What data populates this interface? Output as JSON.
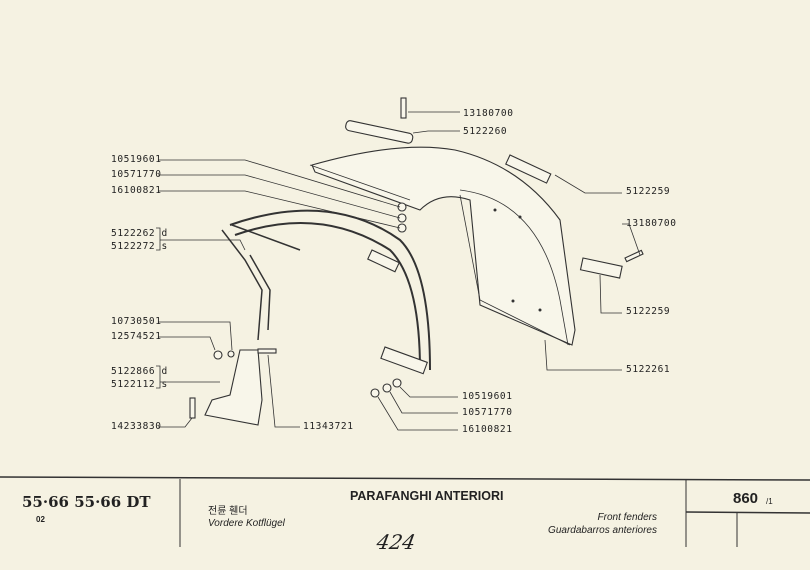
{
  "parts": {
    "bolt_top": "13180700",
    "plate_top": "5122260",
    "nut_a1": "10519601",
    "washer_a1": "10571770",
    "nut_a2": "16100821",
    "frame_d": "5122262 d",
    "frame_s": "5122272 s",
    "plate_right1": "5122259",
    "bolt_right": "13180700",
    "plate_right2": "5122259",
    "lower_nut1": "10730501",
    "lower_nut2": "12574521",
    "bracket_d": "5122866 d",
    "bracket_s": "5122112 s",
    "screw_lower": "14233830",
    "bolt_lower": "11343721",
    "nut_b1": "10519601",
    "washer_b1": "10571770",
    "nut_b2": "16100821",
    "fender": "5122261"
  },
  "title_block": {
    "models": "55·66  55·66 DT",
    "model_sub": "02",
    "korean": "전륜 휀더",
    "german": "Vordere Kotflügel",
    "title": "PARAFANGHI ANTERIORI",
    "english": "Front fenders",
    "spanish": "Guardabarros anteriores",
    "page_number": "860",
    "page_sub": "/1",
    "handwritten": "424"
  }
}
